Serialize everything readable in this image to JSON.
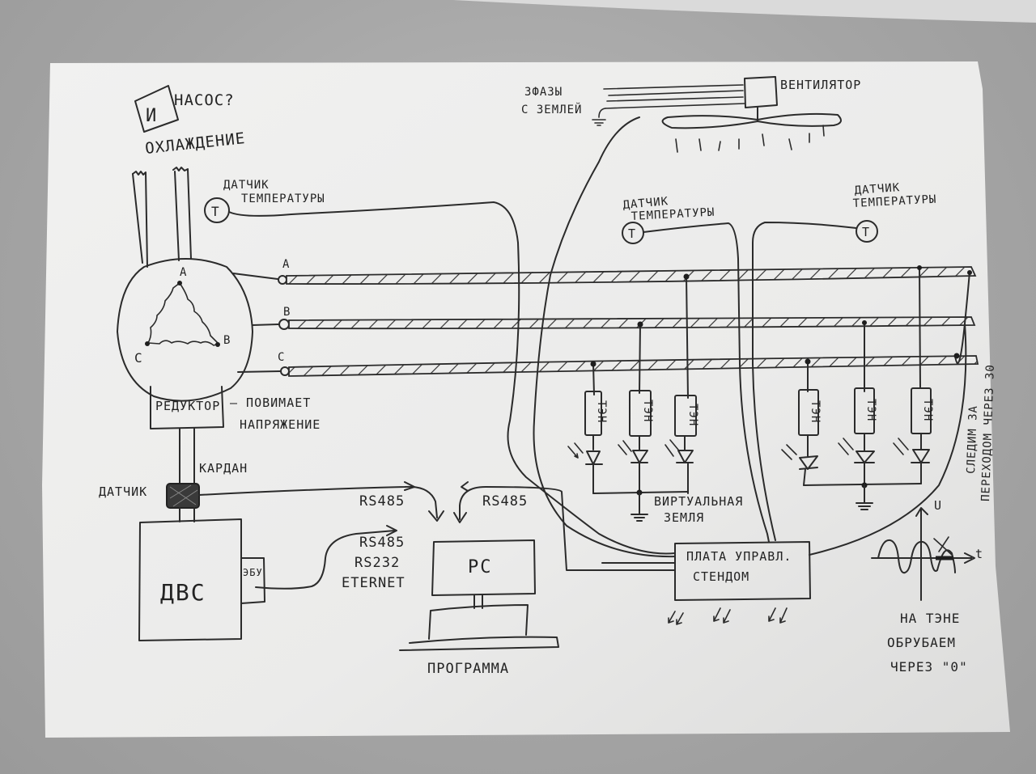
{
  "image": {
    "kind": "photo of a hand-drawn electrical schematic on paper",
    "paper_color": "#ececeb",
    "background_color": "#a9a9a9",
    "ink_color": "#2b2b2b"
  },
  "cooling": {
    "box_letter": "И",
    "pump_label": "НАСОС?",
    "cooling_label": "ОХЛАЖДЕНИЕ"
  },
  "generator": {
    "phase_a": "A",
    "phase_b": "B",
    "phase_c": "C"
  },
  "lines": {
    "a": "A",
    "b": "B",
    "c": "C"
  },
  "reducer": {
    "label": "РЕДУКТОР",
    "note_line1": "— ПОВИМАЕТ",
    "note_line2": "НАПРЯЖЕНИЕ"
  },
  "shaft": {
    "cardan_label": "КАРДАН",
    "sensor_label": "ДАТЧИК"
  },
  "engine": {
    "label": "ДВС",
    "ecu_label": "ЭБУ"
  },
  "links": {
    "sensor_to_pc": "RS485",
    "board_to_pc": "RS485",
    "ecu_line1": "RS485",
    "ecu_line2": "RS232",
    "ecu_line3": "ETERNET"
  },
  "pc": {
    "label": "PC",
    "caption": "ПРОГРАММА"
  },
  "fan": {
    "label": "ВЕНТИЛЯТОР",
    "power_line1": "3ФАЗЫ",
    "power_line2": "С ЗЕМЛЕЙ"
  },
  "temp_sensors": [
    {
      "symbol": "T",
      "line1": "ДАТЧИК",
      "line2": "ТЕМПЕРАТУРЫ"
    },
    {
      "symbol": "T",
      "line1": "ДАТЧИК",
      "line2": "ТЕМПЕРАТУРЫ"
    },
    {
      "symbol": "T",
      "line1": "ДАТЧИК",
      "line2": "ТЕМПЕРАТУРЫ"
    }
  ],
  "heaters": {
    "label": "ТЭН",
    "count": 6,
    "virtual_ground_line1": "ВИРТУАЛЬНАЯ",
    "virtual_ground_line2": "ЗЕМЛЯ"
  },
  "side_note": {
    "line1": "СЛЕДИМ ЗА",
    "line2": "ПЕРЕХОДОМ ЧЕРЕЗ 30"
  },
  "control_board": {
    "line1": "ПЛАТА УПРАВЛ.",
    "line2": "СТЕНДОМ"
  },
  "waveform": {
    "axis_y": "U",
    "axis_x": "t",
    "line1": "НА ТЭНЕ",
    "line2": "ОБРУБАЕМ",
    "line3": "ЧЕРЕЗ \"0\""
  }
}
